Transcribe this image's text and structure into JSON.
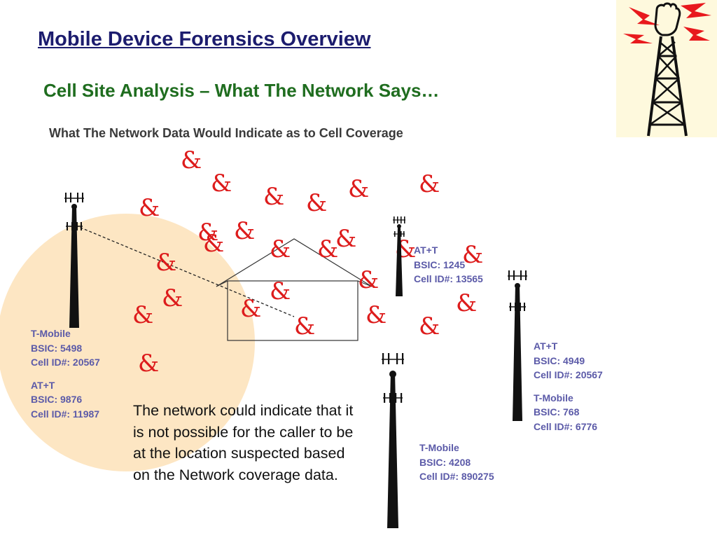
{
  "slide": {
    "title": "Mobile Device Forensics Overview",
    "subtitle": "Cell Site Analysis – What The Network Says…",
    "heading": "What The Network Data Would Indicate as to Cell Coverage",
    "explanation": "The network could indicate that it is not possible for the caller to be at the location suspected based on the Network coverage data."
  },
  "signal_symbol": "&",
  "towers": {
    "left": {
      "labels": [
        {
          "carrier": "T-Mobile",
          "bsic": "BSIC: 5498",
          "cell_id": "Cell ID#: 20567"
        },
        {
          "carrier": "AT+T",
          "bsic": "BSIC: 9876",
          "cell_id": "Cell ID#: 11987"
        }
      ]
    },
    "center": {
      "labels": [
        {
          "carrier": "AT+T",
          "bsic": "BSIC: 1245",
          "cell_id": "Cell ID#: 13565"
        }
      ]
    },
    "right": {
      "labels": [
        {
          "carrier": "AT+T",
          "bsic": "BSIC: 4949",
          "cell_id": "Cell ID#: 20567"
        },
        {
          "carrier": "T-Mobile",
          "bsic": "BSIC: 768",
          "cell_id": "Cell ID#: 6776"
        }
      ]
    },
    "bottom": {
      "labels": [
        {
          "carrier": "T-Mobile",
          "bsic": "BSIC: 4208",
          "cell_id": "Cell ID#: 890275"
        }
      ]
    }
  },
  "colors": {
    "title": "#1c1c6e",
    "subtitle": "#1f6d1f",
    "label": "#5b5aa8",
    "signal": "#dd1c1c",
    "coverage": "#fde6c3"
  }
}
